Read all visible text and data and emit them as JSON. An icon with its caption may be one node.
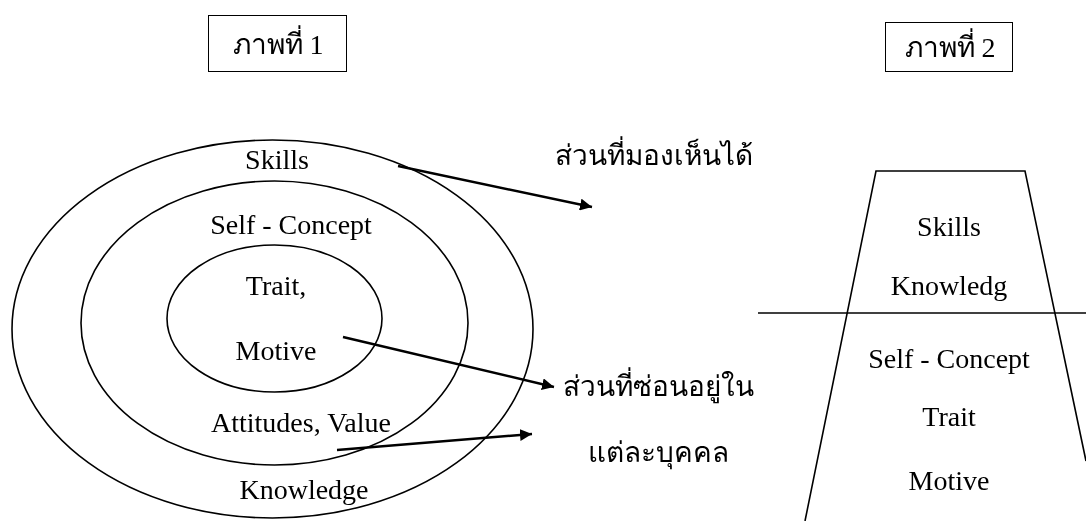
{
  "diagram": {
    "nodes": [
      {
        "text": [
          "ภาพที่ 1"
        ]
      },
      {
        "text": [
          "ภาพที่ 2"
        ]
      },
      {
        "text": [
          "Skills",
          "Knowledge"
        ]
      },
      {
        "text": [
          "Self - Concept",
          "Attitudes, Value"
        ],
        "in": 2
      },
      {
        "text": [
          "Trait, Motive"
        ],
        "in": 3
      },
      {
        "text": [
          "ส่วนที่มองเห็นได้"
        ]
      },
      {
        "text": [
          "ส่วนที่ซ่อนอยู่ในแต่ละบุคคล"
        ]
      },
      {
        "text": [
          "Skills",
          "Knowledg",
          "Self - Concept",
          "Trait",
          "Motive"
        ]
      }
    ],
    "edges": [
      {
        "from": 2,
        "to": 5,
        "arrow": "to"
      },
      {
        "from": 4,
        "to": 6,
        "arrow": "to"
      },
      {
        "from": 3,
        "to": 6,
        "arrow": "to"
      }
    ]
  }
}
